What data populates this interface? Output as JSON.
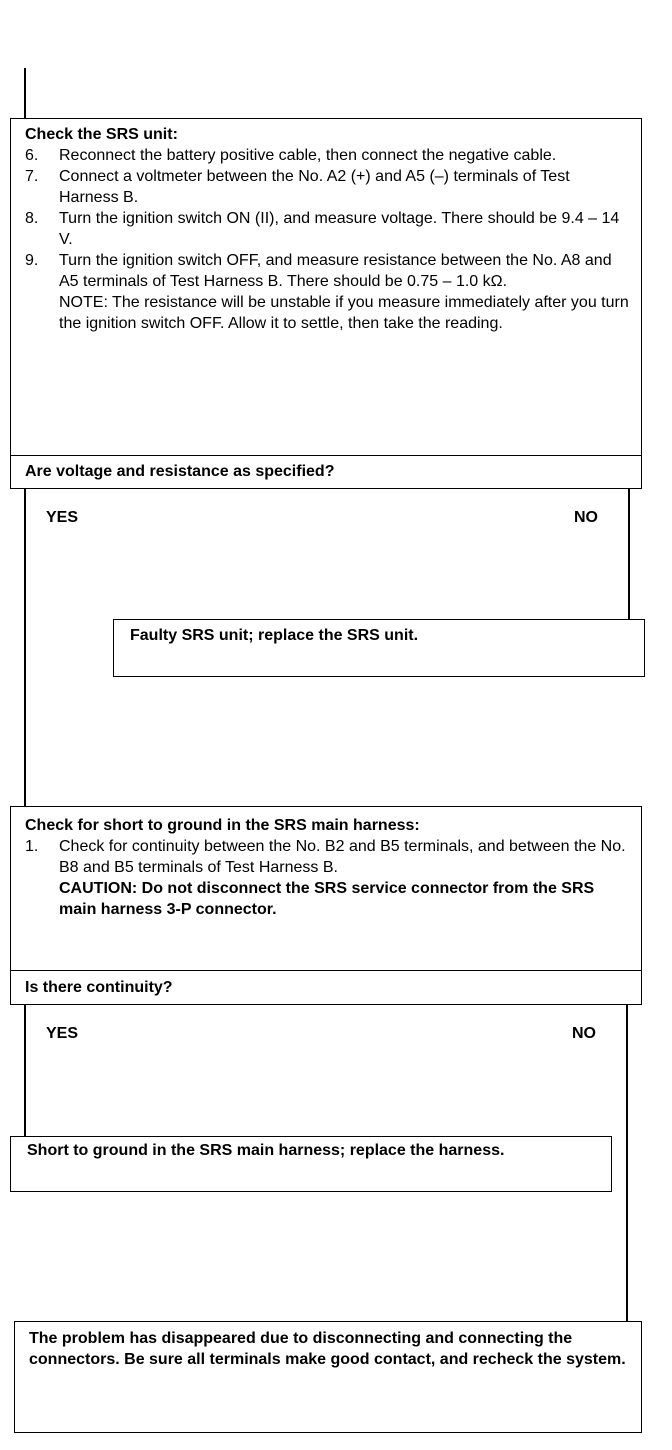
{
  "check_srs_unit": {
    "title": "Check the SRS unit:",
    "steps": [
      {
        "num": "6.",
        "text": "Reconnect the battery positive cable, then connect the negative cable."
      },
      {
        "num": "7.",
        "text": "Connect a voltmeter between the No. A2 (+) and A5 (–) terminals of Test Harness B."
      },
      {
        "num": "8.",
        "text": "Turn the ignition switch ON (II), and measure voltage. There should be 9.4 – 14 V."
      },
      {
        "num": "9.",
        "text": "Turn the ignition switch OFF, and measure resistance between the No. A8 and A5 terminals of Test Harness B. There should be 0.75 – 1.0 kΩ.",
        "note": "NOTE: The resistance will be unstable if you measure immediately after you turn the ignition switch OFF. Allow it to settle, then take the reading."
      }
    ],
    "question": "Are voltage and resistance as specified?",
    "yes": "YES",
    "no": "NO"
  },
  "faulty_unit": {
    "text": "Faulty SRS unit; replace the SRS unit."
  },
  "check_short": {
    "title": "Check for short to ground in the SRS main harness:",
    "steps": [
      {
        "num": "1.",
        "text": "Check for continuity between the No. B2 and B5 terminals, and between the No. B8 and B5 terminals of Test Harness B.",
        "caution": "CAUTION: Do not disconnect the SRS service connector from the SRS main harness 3-P connector."
      }
    ],
    "question": "Is there continuity?",
    "yes": "YES",
    "no": "NO"
  },
  "short_result": {
    "text": "Short to ground in the SRS main harness; replace the harness."
  },
  "final": {
    "text": "The problem has disappeared due to disconnecting and connecting the connectors. Be sure all terminals make good contact, and recheck the system."
  }
}
